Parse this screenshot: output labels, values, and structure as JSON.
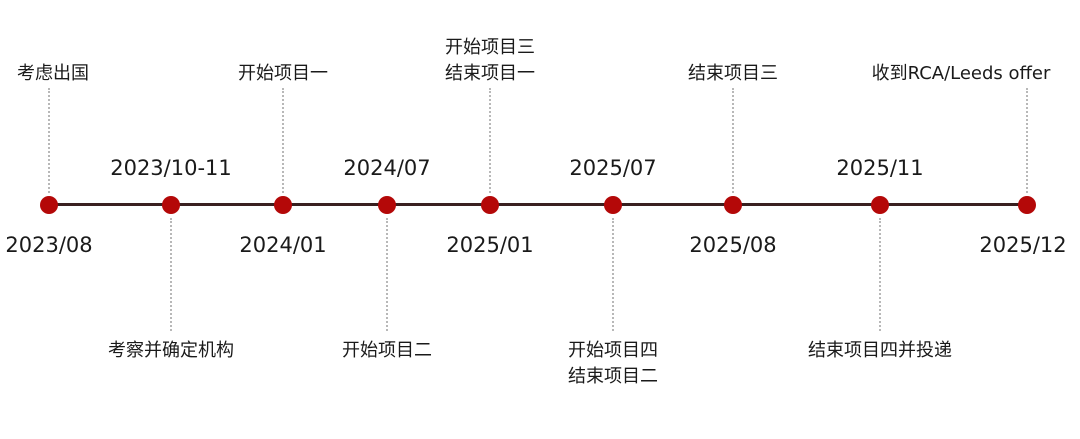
{
  "milestones": [
    {
      "date": "2023/08",
      "events": [
        "考虑出国"
      ]
    },
    {
      "date": "2023/10-11",
      "events": [
        "考察并确定机构"
      ]
    },
    {
      "date": "2024/01",
      "events": [
        "开始项目一"
      ]
    },
    {
      "date": "2024/07",
      "events": [
        "开始项目二"
      ]
    },
    {
      "date": "2025/01",
      "events": [
        "开始项目三",
        "结束项目一"
      ]
    },
    {
      "date": "2025/07",
      "events": [
        "开始项目四",
        "结束项目二"
      ]
    },
    {
      "date": "2025/08",
      "events": [
        "结束项目三"
      ]
    },
    {
      "date": "2025/11",
      "events": [
        "结束项目四并投递"
      ]
    },
    {
      "date": "2025/12",
      "events": [
        "收到RCA/Leeds offer"
      ]
    }
  ],
  "colors": {
    "dot": "#b40808",
    "line": "#3a2020",
    "connector": "#b8b8b8"
  }
}
